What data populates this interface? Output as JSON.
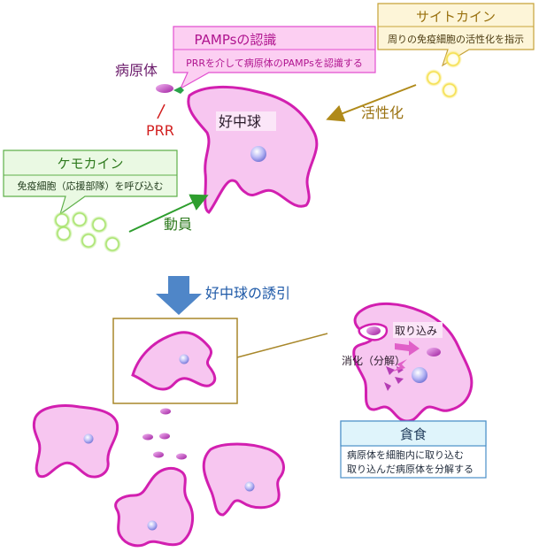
{
  "pamps_box": {
    "title": "PAMPsの認識",
    "body": "PRRを介して病原体のPAMPsを認識する"
  },
  "cytokine_box": {
    "title": "サイトカイン",
    "body": "周りの免疫細胞の活性化を指示"
  },
  "chemokine_box": {
    "title": "ケモカイン",
    "body": "免疫細胞（応援部隊）を呼び込む"
  },
  "labels": {
    "pathogen": "病原体",
    "prr": "PRR",
    "neutrophil": "好中球",
    "activation": "活性化",
    "mobilization": "動員",
    "induction": "好中球の誘引",
    "uptake": "取り込み",
    "digestion": "消化（分解）"
  },
  "phagocytosis_box": {
    "title": "貪食",
    "line1": "病原体を細胞内に取り込む",
    "line2": "取り込んだ病原体を分解する"
  },
  "colors": {
    "cell_fill": "#f7c6f0",
    "cell_stroke": "#d21fb0",
    "pathogen": "#c83cc8",
    "pamps_box": "#fccff2",
    "cytokine_box": "#fdf5d8",
    "chemokine_box": "#eaf9e3",
    "phagocytosis_box": "#dff4fb",
    "induction_arrow": "#4f86c8"
  }
}
